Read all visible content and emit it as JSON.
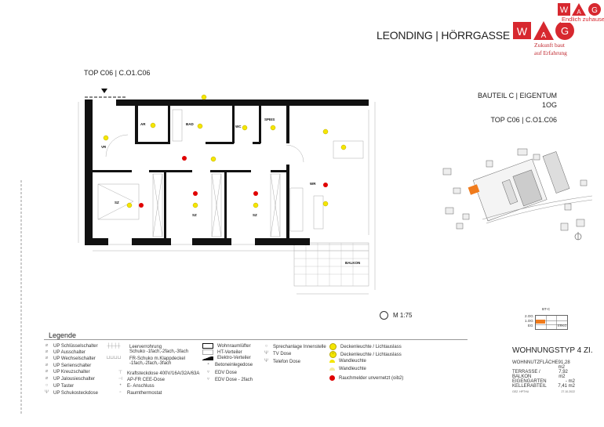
{
  "header": {
    "project": "LEONDING | HÖRRGASSE",
    "top_label": "TOP C06 | C.O1.C06"
  },
  "logo_small": {
    "letters": "WAG",
    "tagline": "Endlich zuhause."
  },
  "logo_large": {
    "letters": "WAG",
    "tagline_1": "Zukunft baut",
    "tagline_2": "auf Erfahrung"
  },
  "right_panel": {
    "bauteil": "BAUTEIL C | EIGENTUM",
    "floor": "1OG",
    "top": "TOP C06 | C.O1.C06",
    "scale": "M  1:75"
  },
  "rooms": [
    "VR",
    "AR",
    "BAD",
    "WC",
    "SPEIS",
    "WR",
    "SZ",
    "SZ",
    "SZ",
    "BALKON"
  ],
  "legend": {
    "title": "Legende",
    "col1": [
      "UP Schlüsselschalter",
      "UP Ausschalter",
      "UP Wechselschalter",
      "UP Serienschalter",
      "UP Kreuzschalter",
      "UP Jalousieschalter",
      "UP Taster",
      "UP Schukosteckdose"
    ],
    "col2": [
      "Leerverrohrung",
      "Schuko -1fach,-2fach,-3fach",
      "FR-Schuko m.Klappdeckel",
      "-1fach,-2fach,-3fach",
      "Kraftsteckdose 400V/16A/32A/63A",
      "AP-FR CEE-Dose",
      "E- Anschluss",
      "Raumthermostat"
    ],
    "col3": [
      "Wohnraumlüfter",
      "HT-Verteiler",
      "Elektro-Verteiler",
      "Betoneinlegedose",
      "EDV Dose",
      "EDV Dose - 2fach"
    ],
    "col4": [
      "Sprechanlage Innenstelle",
      "TV Dose",
      "Telefon Dose"
    ],
    "col5": [
      "Deckenleuchte / Lichtauslass",
      "Deckenleuchte / Lichtauslass",
      "Wandleuchte",
      "Wandleuchte",
      "Rauchmelder unvernetzt (oib2)"
    ]
  },
  "colors": {
    "brand": "#d7282f",
    "highlight": "#f07b1c",
    "light": "#f5e600",
    "smoke": "#e00000"
  },
  "keyplan": {
    "title": "BT-C",
    "floors": [
      "2.OG",
      "1.OG",
      "EG"
    ],
    "ebene": "ERKG"
  },
  "apartment": {
    "type": "WOHNUNGSTYP  4 ZI.",
    "rows": [
      {
        "label": "WOHNNUTZFLÄCHE",
        "value": "91,28 m2"
      },
      {
        "label": "TERRASSE / BALKON",
        "value": "7,92 m2"
      },
      {
        "label": "EIGENGARTEN",
        "value": "- m2"
      },
      {
        "label": "KELLERABTEIL",
        "value": "7,41 m2"
      }
    ],
    "footer_left": "GEZ. HPTHU",
    "footer_right": "27.10.2022"
  }
}
